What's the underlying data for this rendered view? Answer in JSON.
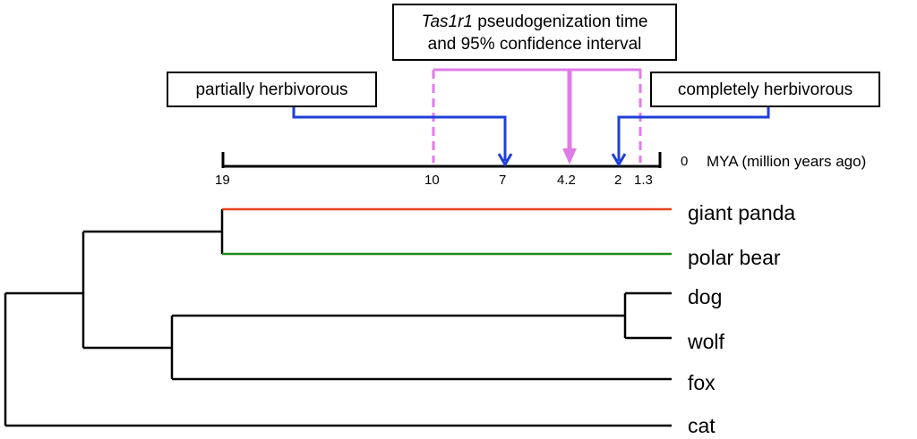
{
  "annotations": {
    "title_gene": "Tas1r1",
    "title_line1_rest": " pseudogenization time",
    "title_line2": "and 95% confidence interval",
    "partial": "partially herbivorous",
    "complete": "completely herbivorous"
  },
  "timescale": {
    "unit_label": "MYA (million years ago)",
    "ticks": [
      "19",
      "10",
      "7",
      "4.2",
      "2",
      "1.3",
      "0"
    ]
  },
  "events_mya": {
    "partially_herbivorous": 7,
    "pseudogenization": 4.2,
    "ci_low": 10,
    "ci_high": 1.3,
    "completely_herbivorous": 2
  },
  "taxa": [
    "giant panda",
    "polar bear",
    "dog",
    "wolf",
    "fox",
    "cat"
  ],
  "colors": {
    "giant_panda_branch": "#e8401c",
    "polar_bear_branch": "#1f8a1f",
    "event_arrow": "#1f3fd8",
    "ci_bracket": "#e07ce8",
    "tree": "#000000"
  }
}
